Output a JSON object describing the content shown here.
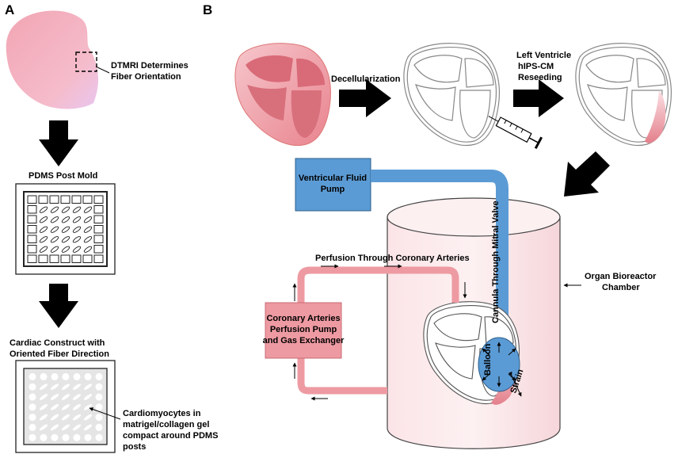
{
  "panel_a": {
    "label": "A",
    "dtmri_1": "DTMRI Determines",
    "dtmri_2": "Fiber Orientation",
    "pdms_title": "PDMS Post Mold",
    "construct_1": "Cardiac Construct with",
    "construct_2": "Oriented Fiber Direction",
    "cm_1": "Cardiomyocytes in",
    "cm_2": "matrigel/collagen gel",
    "cm_3": "compact around PDMS",
    "cm_4": "posts"
  },
  "panel_b": {
    "label": "B",
    "decell": "Decellularization",
    "lv_1": "Left Ventricle",
    "lv_2": "hIPS-CM",
    "lv_3": "Reseeding",
    "vent_pump_1": "Ventricular Fluid",
    "vent_pump_2": "Pump",
    "perfusion": "Perfusion Through Coronary Arteries",
    "coronary_1": "Coronary Arteries",
    "coronary_2": "Perfusion Pump",
    "coronary_3": "and Gas Exchanger",
    "organ_1": "Organ Bioreactor",
    "organ_2": "Chamber",
    "cannula": "Cannula Through Mitral Valve",
    "balloon": "Balloon",
    "strain": "Strain"
  },
  "colors": {
    "tissue_pink": "#f4b6c2",
    "heart_red": "#e48a93",
    "pump_blue": "#5b9bd5",
    "tube_pink": "#ee9aa2",
    "chamber_fill": "#fbe3e6"
  }
}
